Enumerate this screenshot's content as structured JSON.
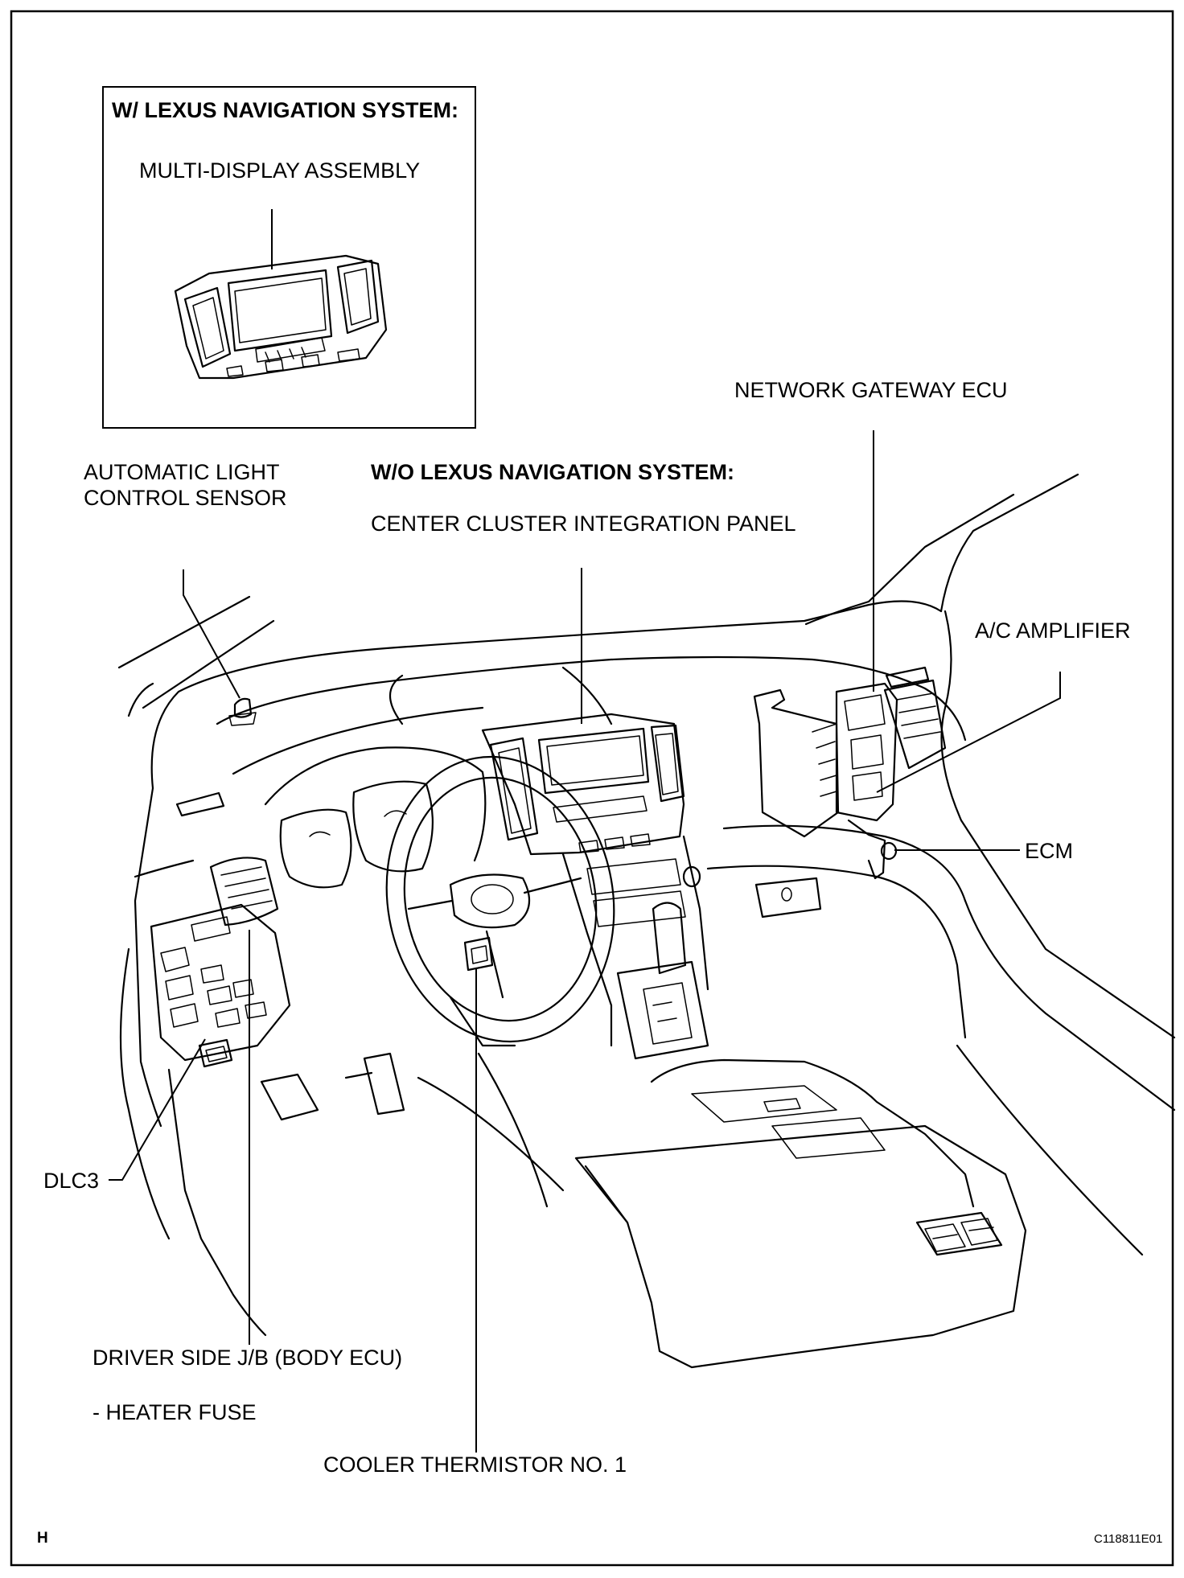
{
  "inset": {
    "heading": "W/ LEXUS NAVIGATION SYSTEM:",
    "component": "MULTI-DISPLAY ASSEMBLY"
  },
  "labels": {
    "network_gateway_ecu": "NETWORK GATEWAY ECU",
    "automatic_light_line1": "AUTOMATIC LIGHT",
    "automatic_light_line2": "CONTROL SENSOR",
    "wo_nav_heading": "W/O LEXUS NAVIGATION SYSTEM:",
    "center_cluster": "CENTER CLUSTER INTEGRATION PANEL",
    "ac_amplifier": "A/C AMPLIFIER",
    "ecm": "ECM",
    "dlc3": "DLC3",
    "driver_side_jb": "DRIVER SIDE J/B (BODY ECU)",
    "heater_fuse": "- HEATER FUSE",
    "cooler_thermistor": "COOLER THERMISTOR NO. 1"
  },
  "footer": {
    "corner_letter": "H",
    "figure_code": "C118811E01"
  }
}
